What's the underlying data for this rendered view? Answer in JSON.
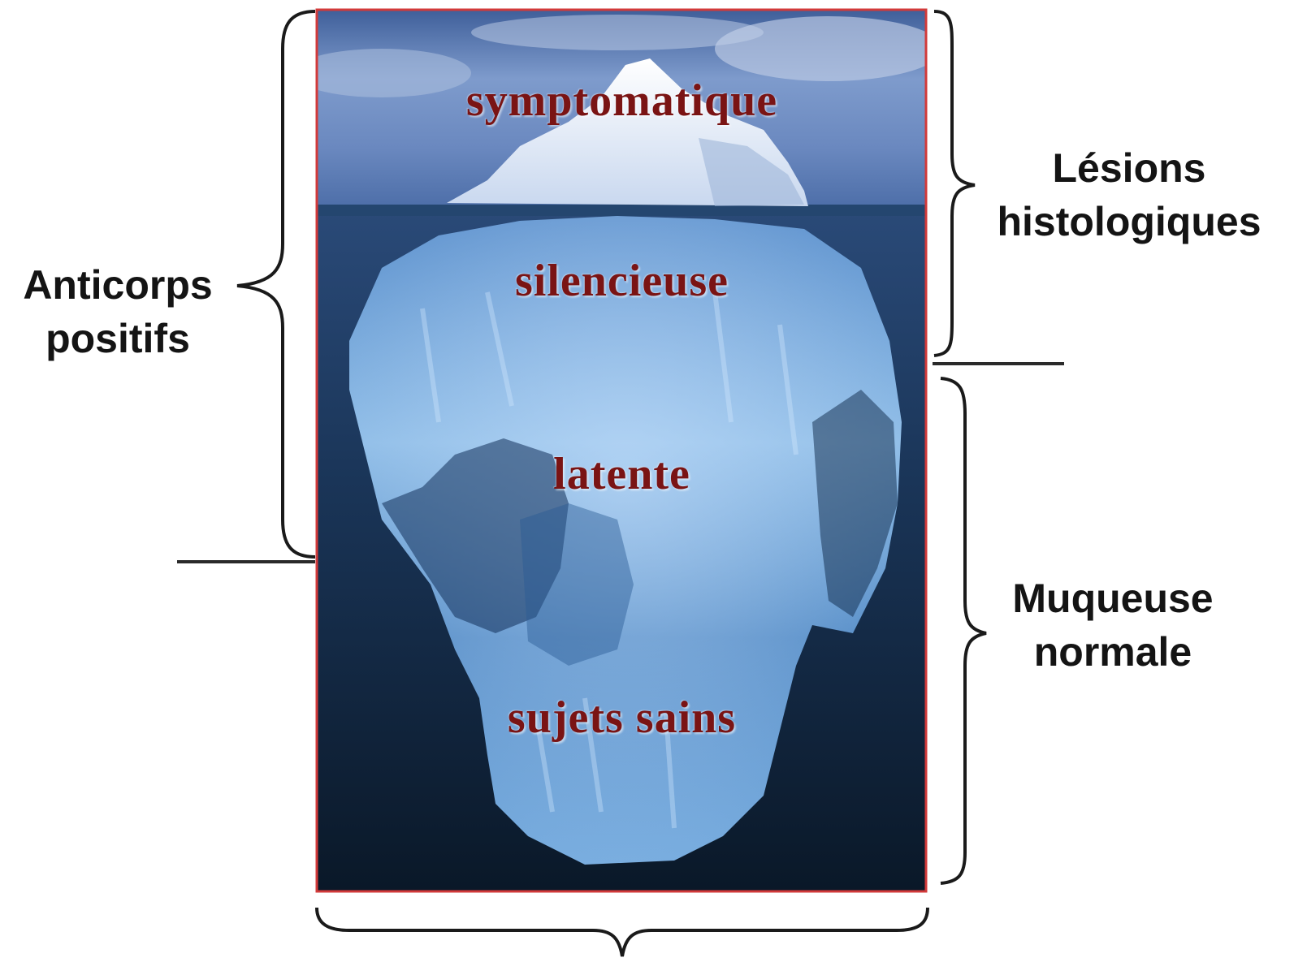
{
  "left_group": {
    "line1": "Anticorps",
    "line2": "positifs"
  },
  "right_upper_group": {
    "line1": "Lésions",
    "line2": "histologiques"
  },
  "right_lower_group": {
    "line1": "Muqueuse",
    "line2": "normale"
  },
  "iceberg_levels": {
    "symptomatique": "symptomatique",
    "silencieuse": "silencieuse",
    "latente": "latente",
    "sujets_sains": "sujets sains"
  },
  "colors": {
    "frame": "#d23a3a",
    "level_text": "#7a1414",
    "bracket": "#1a1a1a",
    "sky": "#6f8fc4",
    "sea": "#0f2a4a",
    "ice": "#7fb0e0"
  },
  "icons": [
    "iceberg-image",
    "curly-brace"
  ]
}
